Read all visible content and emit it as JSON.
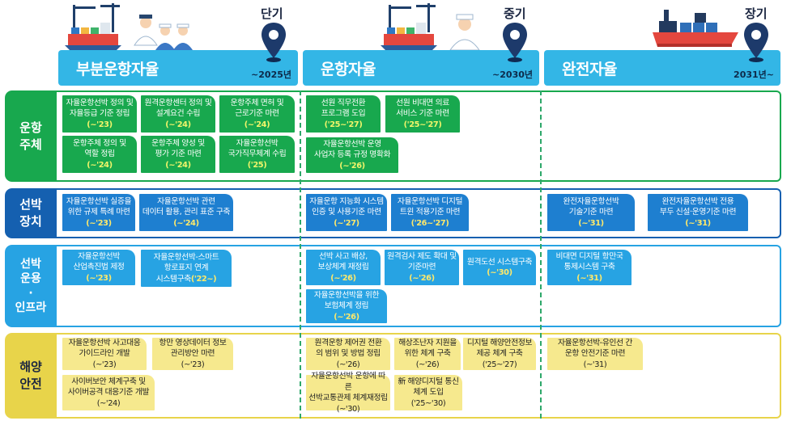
{
  "phases": [
    {
      "name": "부분운항자율",
      "date": "~2025년",
      "term": "단기"
    },
    {
      "name": "운항자율",
      "date": "~2030년",
      "term": "중기"
    },
    {
      "name": "완전자율",
      "date": "2031년~",
      "term": "장기"
    }
  ],
  "colors": {
    "green": "#18a84e",
    "navy": "#1560b0",
    "sky": "#27a3e3",
    "yellow": "#e8d44a",
    "phase": "#33b6e6"
  },
  "rows": [
    {
      "label": "운항\n주체"
    },
    {
      "label": "선박\n장치"
    },
    {
      "label": "선박\n운용\n·\n인프라"
    },
    {
      "label": "해양\n안전"
    }
  ],
  "tasks": {
    "r1": [
      {
        "text": "자율운항선박 정의 및\n자율등급 기준 정립",
        "period": "(~'23)"
      },
      {
        "text": "원격운항센터 정의 및\n설계요건 수립",
        "period": "(~'24)"
      },
      {
        "text": "운항주체 면허 및\n근로기준 마련",
        "period": "(~'24)"
      },
      {
        "text": "운항주체 정의 및\n역할 정립",
        "period": "(~'24)"
      },
      {
        "text": "운항주체 양성 및\n평가 기준 마련",
        "period": "(~'24)"
      },
      {
        "text": "자율운항선박\n국가직무체계 수립",
        "period": "('25)"
      },
      {
        "text": "선원 직무전환\n프로그램 도입",
        "period": "('25~'27)"
      },
      {
        "text": "선원 비대면 의료\n서비스 기준 마련",
        "period": "('25~'27)"
      },
      {
        "text": "자율운항선박 운영\n사업자 등록 규정 명확화",
        "period": "(~'26)"
      }
    ],
    "r2": [
      {
        "text": "자율운항선박 실증을\n위한 규제 특례 마련",
        "period": "(~'23)"
      },
      {
        "text": "자율운항선박 관련\n데이터 활용, 관리 표준 구축",
        "period": "(~'24)"
      },
      {
        "text": "자율운항 지능화 시스템\n인증 및 사용기준 마련",
        "period": "(~'27)"
      },
      {
        "text": "자율운항선박 디지털\n트윈 적용기준 마련",
        "period": "('26~'27)"
      },
      {
        "text": "완전자율운항선박\n기술기준  마련",
        "period": "(~'31)"
      },
      {
        "text": "완전자율운항선박 전용\n부두 신설·운영기준 마련",
        "period": "(~'31)"
      }
    ],
    "r3": [
      {
        "text": "자율운항선박\n산업촉진법 제정",
        "period": "(~'23)"
      },
      {
        "text": "자율운항선박-스마트\n항로표지 연계\n시스템구축",
        "period": "('22~)"
      },
      {
        "text": "선박 사고 배상,\n보상체계 재정립",
        "period": "(~'26)"
      },
      {
        "text": "원격검사 제도 확대 및\n기준마련",
        "period": "(~'26)"
      },
      {
        "text": "원격도선 시스템구축",
        "period": "(~'30)"
      },
      {
        "text": "자율운항선박을 위한\n보험체계 정립",
        "period": "(~'26)"
      },
      {
        "text": "비대면 디지털 항만국\n통제시스템 구축",
        "period": "(~'31)"
      }
    ],
    "r4": [
      {
        "text": "자율운항선박 사고대응\n가이드라인 개발",
        "period": "(~'23)"
      },
      {
        "text": "항만 영상데이터 정보\n관리방안 마련",
        "period": "(~'23)"
      },
      {
        "text": "사이버보안 체계구축 및\n사이버공격 대응기준 개발",
        "period": "(~'24)"
      },
      {
        "text": "원격운항 제어권 전환\n의 범위 및 방법 정립",
        "period": "(~'26)"
      },
      {
        "text": "해상조난자 지원을\n위한 체계 구축",
        "period": "(~'26)"
      },
      {
        "text": "디지털 해양안전정보\n제공 체계 구축",
        "period": "('25~'27)"
      },
      {
        "text": "자율운항선박 운항에 따른\n선박교통관제 체계재정립",
        "period": "(~'30)"
      },
      {
        "text": "新 해양디지털 통신\n체계 도입",
        "period": "('25~'30)"
      },
      {
        "text": "자율운항선박-유인선 간\n운항 안전기준 마련",
        "period": "(~'31)"
      }
    ]
  }
}
